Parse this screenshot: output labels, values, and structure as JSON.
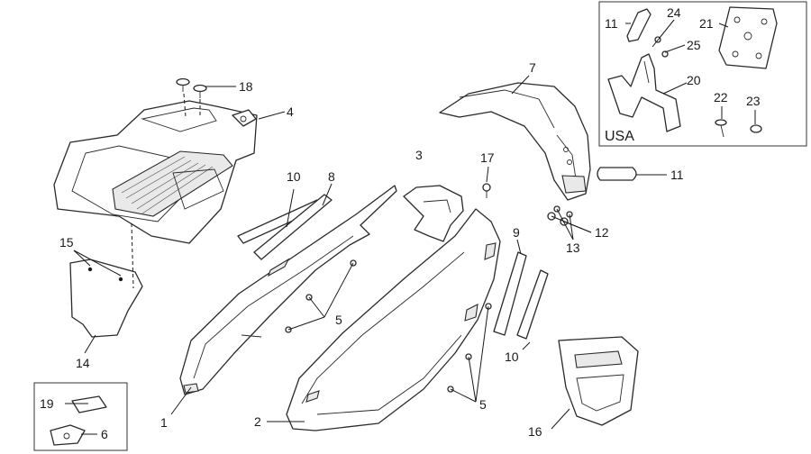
{
  "labels": {
    "p1": "1",
    "p2": "2",
    "p3": "3",
    "p4": "4",
    "p5a": "5",
    "p5b": "5",
    "p6": "6",
    "p7": "7",
    "p8": "8",
    "p9": "9",
    "p10a": "10",
    "p10b": "10",
    "p11a": "11",
    "p11b": "11",
    "p12": "12",
    "p13": "13",
    "p14": "14",
    "p15": "15",
    "p16": "16",
    "p17": "17",
    "p18": "18",
    "p19": "19",
    "p20": "20",
    "p21": "21",
    "p22": "22",
    "p23": "23",
    "p24": "24",
    "p25": "25"
  },
  "inset": {
    "region": "USA"
  }
}
